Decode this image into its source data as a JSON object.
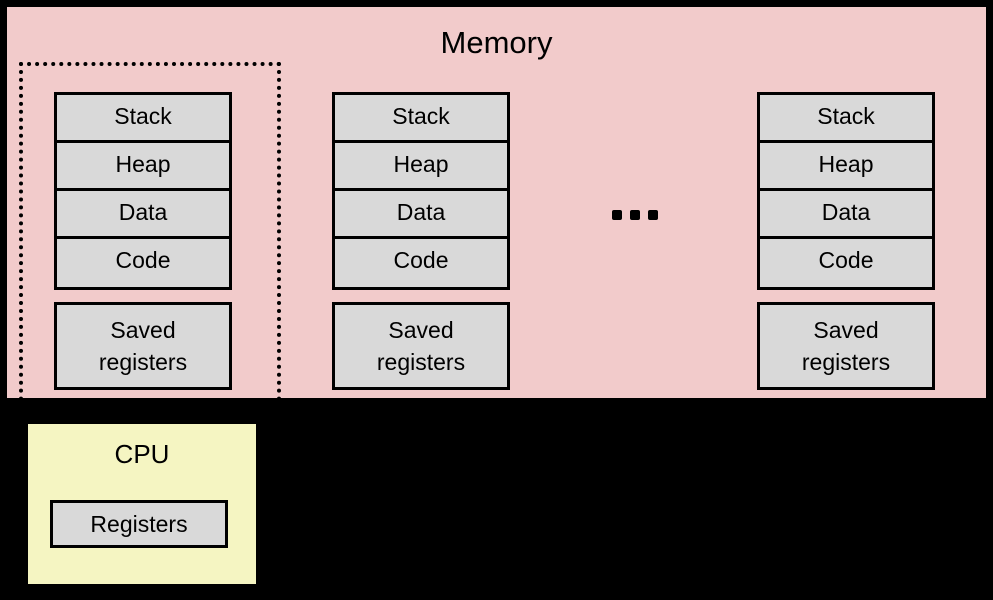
{
  "diagram": {
    "title": "Memory",
    "background_color": "#000000",
    "memory": {
      "label": "Memory",
      "fill_color": "#F2CBCB",
      "processes": [
        {
          "highlighted": true,
          "highlight_style": "dotted-border",
          "segments": [
            {
              "label": "Stack"
            },
            {
              "label": "Heap"
            },
            {
              "label": "Data"
            },
            {
              "label": "Code"
            }
          ],
          "saved_registers": {
            "line1": "Saved",
            "line2": "registers"
          }
        },
        {
          "highlighted": false,
          "segments": [
            {
              "label": "Stack"
            },
            {
              "label": "Heap"
            },
            {
              "label": "Data"
            },
            {
              "label": "Code"
            }
          ],
          "saved_registers": {
            "line1": "Saved",
            "line2": "registers"
          }
        },
        {
          "highlighted": false,
          "segments": [
            {
              "label": "Stack"
            },
            {
              "label": "Heap"
            },
            {
              "label": "Data"
            },
            {
              "label": "Code"
            }
          ],
          "saved_registers": {
            "line1": "Saved",
            "line2": "registers"
          }
        }
      ],
      "ellipsis": "..."
    },
    "cpu": {
      "label": "CPU",
      "fill_color": "#F5F5C2",
      "registers": {
        "label": "Registers",
        "fill_color": "#D9D9D9"
      }
    },
    "box_fill_color": "#D9D9D9",
    "stroke_color": "#000000"
  }
}
